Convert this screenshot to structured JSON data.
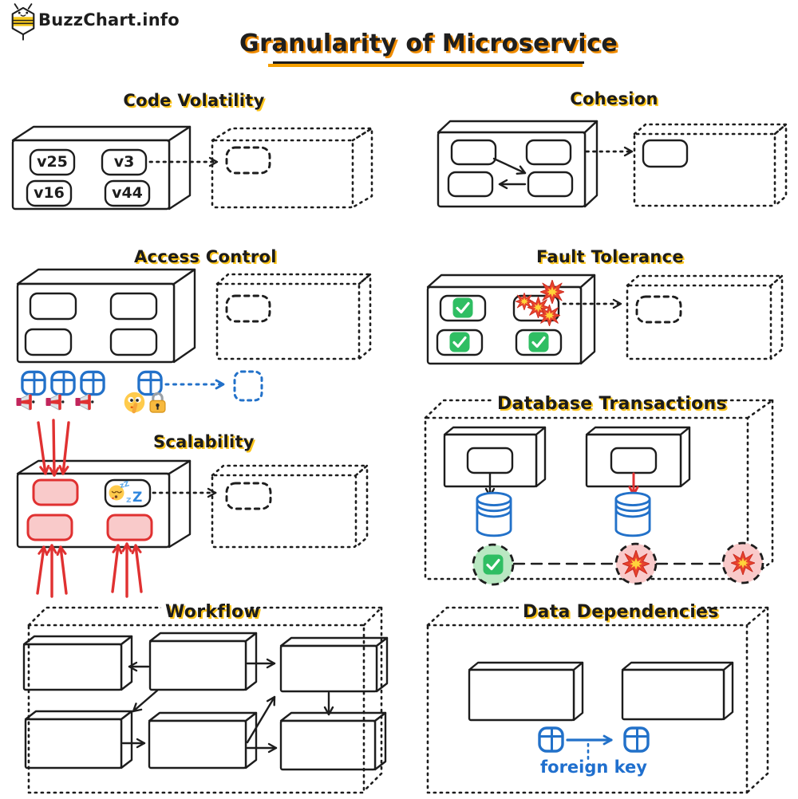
{
  "brand": {
    "name": "BuzzChart.info"
  },
  "title": {
    "text": "Granularity of Microservice"
  },
  "sections": {
    "code_volatility": {
      "label": "Code Volatility",
      "versions": [
        "v25",
        "v3",
        "v16",
        "v44"
      ]
    },
    "cohesion": {
      "label": "Cohesion"
    },
    "access_control": {
      "label": "Access Control"
    },
    "fault_tolerance": {
      "label": "Fault Tolerance"
    },
    "scalability": {
      "label": "Scalability",
      "sleep_z_small": "zZ",
      "sleep_z_mid": "z",
      "sleep_z_large": "Z"
    },
    "database_transactions": {
      "label": "Database Transactions"
    },
    "workflow": {
      "label": "Workflow"
    },
    "data_dependencies": {
      "label": "Data Dependencies",
      "annotation": "foreign key"
    }
  },
  "icons": {
    "logo": "bee-icon",
    "access_control": [
      "table-icon",
      "megaphone-icon",
      "shushing-face-icon",
      "lock-icon"
    ],
    "fault_tolerance": [
      "check-icon",
      "explosion-icon"
    ],
    "scalability": [
      "sleeping-face-icon",
      "zzz-icon"
    ],
    "database_transactions": [
      "database-icon",
      "check-icon",
      "explosion-icon"
    ],
    "data_dependencies": [
      "table-icon"
    ]
  },
  "colors": {
    "ink": "#1d1d1d",
    "label_highlight": "#fcc419",
    "title_highlight": "#f08c00",
    "blue": "#2271c9",
    "red": "#e03131",
    "pink": "#f9caca",
    "green": "#2fbe63",
    "green_light": "#b9e8c2"
  }
}
